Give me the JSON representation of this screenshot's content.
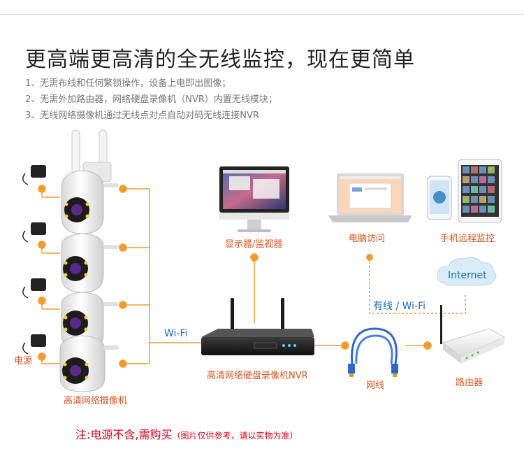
{
  "title": "更高端更高清的全无线监控，现在更简单",
  "points": [
    "1、无需布线和任何繁锁操作，设备上电即出图像；",
    "2、无需外加路由器，网络硬盘录像机（NVR）内置无线模块；",
    "3、无线网络摄像机通过无线点对点自动对码无线连接NVR"
  ],
  "labels": {
    "power": "电源",
    "camera": "高清网络摄像机",
    "wifi": "Wi-Fi",
    "nvr": "高清网络硬盘录像机NVR",
    "monitor": "显示器/监视器",
    "pc_access": "电脑访问",
    "mobile": "手机远程监控",
    "internet": "Internet",
    "wired_wifi": "有线 / Wi-Fi",
    "cable": "网线",
    "router": "路由器"
  },
  "note": {
    "main": "注:电源不含,需购买",
    "sub": "（图片仅供参考，请以实物为准）"
  },
  "colors": {
    "accent": "#f29b30",
    "label_orange": "#d9531e",
    "label_blue": "#1a6fb8",
    "note_red": "#e0001b"
  }
}
